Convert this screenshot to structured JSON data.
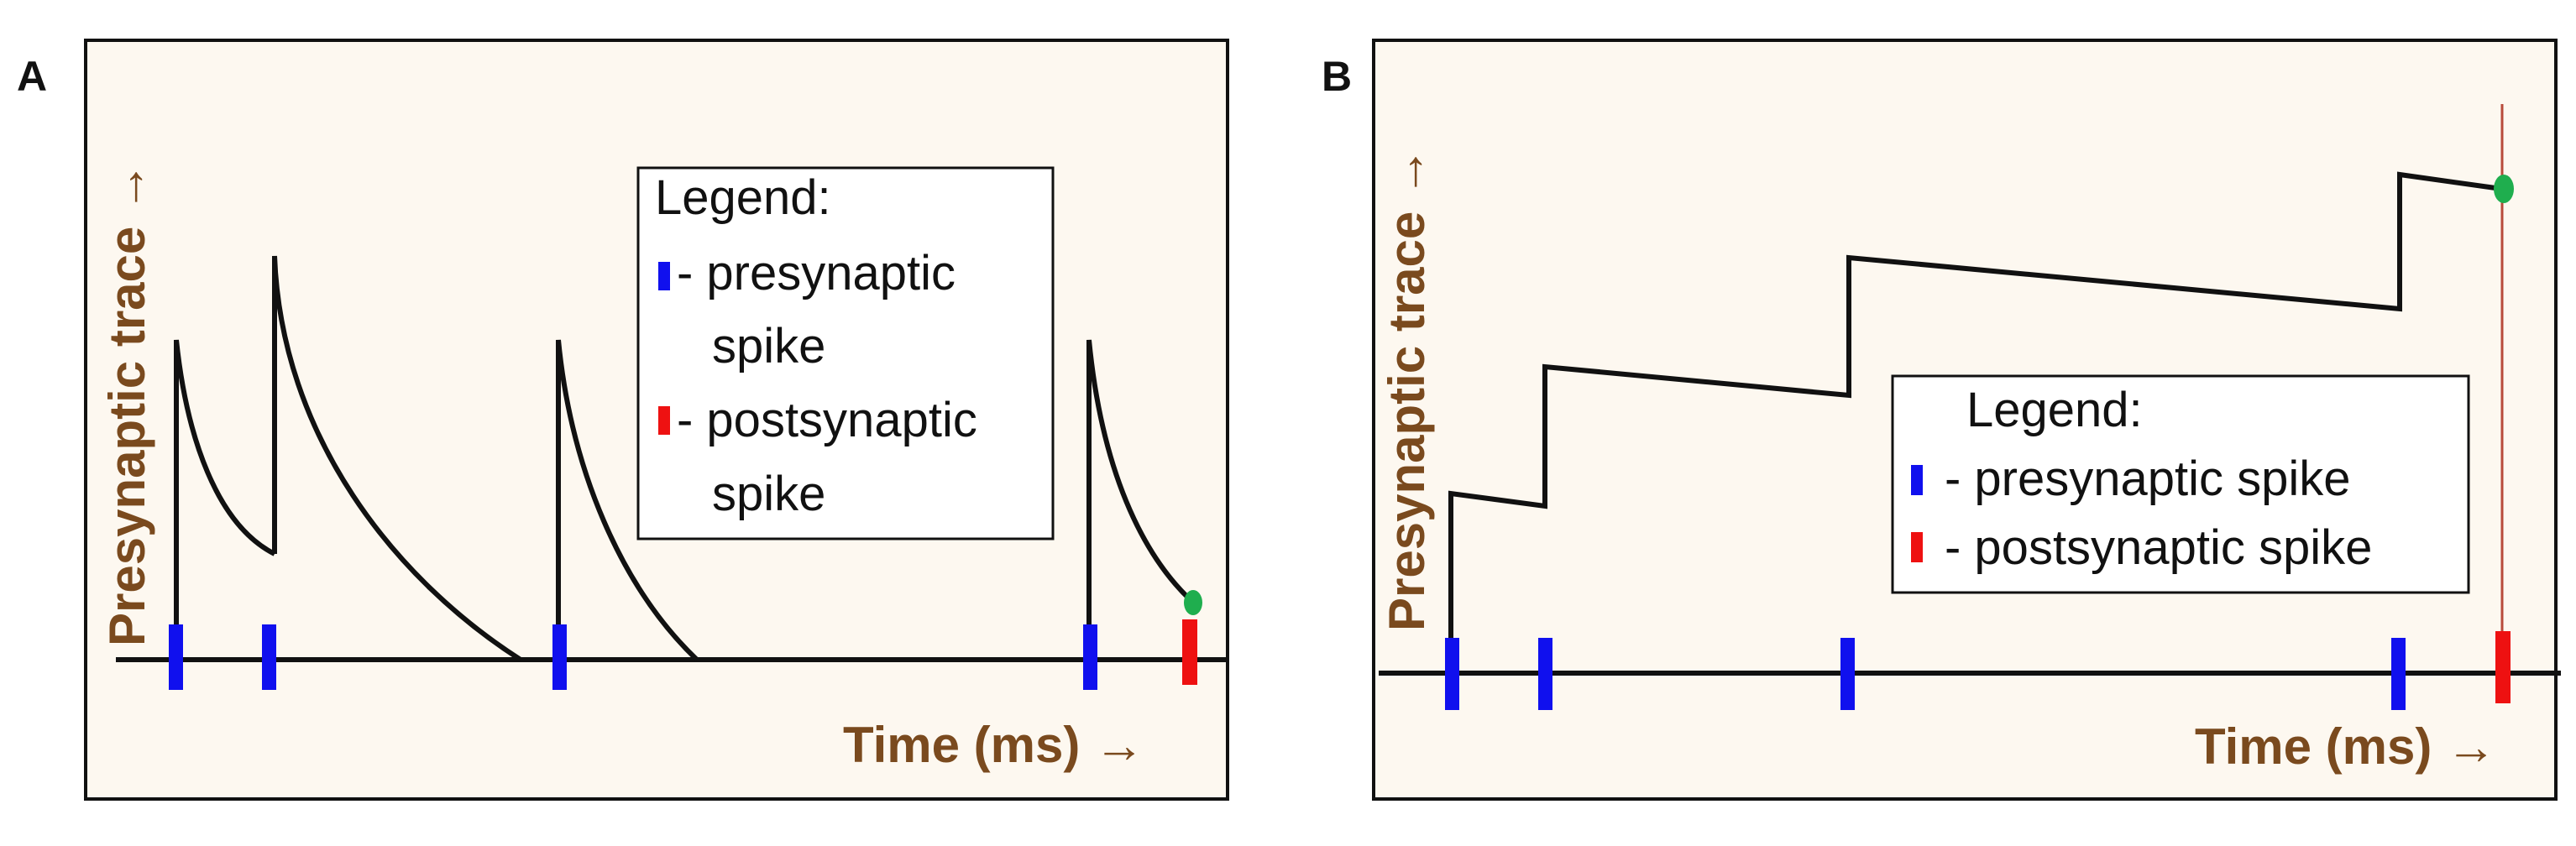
{
  "colors": {
    "panel_bg": "#fdf8f0",
    "trace": "#111111",
    "presynaptic": "#1010ee",
    "postsynaptic": "#ee1111",
    "marker": "#1fae4e",
    "axis_text": "#7a4a1e",
    "threshold_line": "#b84a3a"
  },
  "panels": [
    {
      "letter": "A",
      "ylabel": "Presynaptic trace →",
      "xlabel": "Time (ms) →",
      "legend": {
        "title": "Legend:",
        "pre_line1": "- presynaptic",
        "pre_line2": "spike",
        "post_line1": "- postsynaptic",
        "post_line2": "spike"
      }
    },
    {
      "letter": "B",
      "ylabel": "Presynaptic trace →",
      "xlabel": "Time (ms) →",
      "legend": {
        "title": "Legend:",
        "pre_line1": "- presynaptic spike",
        "post_line1": "- postsynaptic spike"
      }
    }
  ]
}
